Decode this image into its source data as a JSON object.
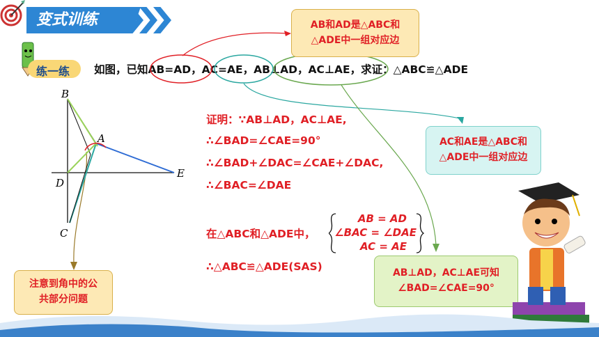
{
  "header": {
    "title": "变式训练",
    "practice_label": "练一练"
  },
  "problem": {
    "text": "如图，已知AB=AD，AC=AE，AB⊥AD，AC⊥AE，求证：△ABC≌△ADE"
  },
  "proof": {
    "lines": [
      "证明：∵AB⊥AD，AC⊥AE,",
      "∴∠BAD=∠CAE=90°",
      "∴∠BAD+∠DAC=∠CAE+∠DAC,",
      "∴∠BAC=∠DAE"
    ],
    "system_intro": "在△ABC和△ADE中，",
    "system_rows": [
      "AB = AD",
      "∠BAC = ∠DAE",
      "AC = AE"
    ],
    "conclusion": "∴△ABC≌△ADE(SAS)"
  },
  "notes": {
    "ab_ad": [
      "AB和AD是△ABC和",
      "△ADE中一组对应边"
    ],
    "ac_ae": [
      "AC和AE是△ABC和",
      "△ADE中一组对应边"
    ],
    "perp": [
      "AB⊥AD，AC⊥AE可知",
      "∠BAD=∠CAE=90°"
    ],
    "common": [
      "注意到角中的公",
      "共部分问题"
    ]
  },
  "figure": {
    "labels": {
      "B": "B",
      "A": "A",
      "D": "D",
      "E": "E",
      "C": "C"
    }
  },
  "colors": {
    "banner": "#2d86d4",
    "red": "#e01f25",
    "wave": "#1f6fc1"
  }
}
